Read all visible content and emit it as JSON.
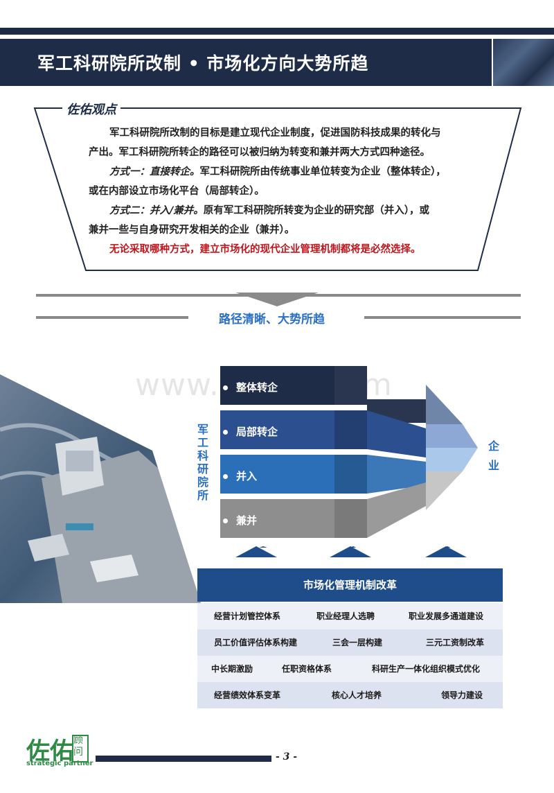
{
  "header": {
    "title": "军工科研院所改制 • 市场化方向大势所趋"
  },
  "opinion": {
    "title": "佐佑观点",
    "lines": [
      "军工科研院所改制的目标是建立现代企业制度，促进国防科技成果的转化与",
      "产出。军工科研院所转企的路径可以被归纳为转变和兼并两大方式四种途径。",
      "方式一：直接转企。",
      "军工科研院所由传统事业单位转变为企业（整体转企），",
      "或在内部设立市场化平台（局部转企）。",
      "方式二：并入/兼并。",
      "原有军工科研院所转变为企业的研究部（并入），或",
      "兼并一些与自身研究开发相关的企业（兼并）。",
      "无论采取哪种方式，建立市场化的现代企业管理机制都将是必然选择。"
    ]
  },
  "section": {
    "title": "路径清晰、大势所趋"
  },
  "watermark": "www.bdocx.com",
  "flow": {
    "source_label": "军工科研院所",
    "target_label": "企业",
    "items": [
      "整体转企",
      "局部转企",
      "并入",
      "兼并"
    ],
    "colors": [
      "#1f2c47",
      "#2b4f8f",
      "#2a6fb8",
      "#8e8e8e"
    ]
  },
  "reform": {
    "title": "市场化管理机制改革",
    "rows": [
      [
        "经营计划管控体系",
        "职业经理人选聘",
        "职业发展多通道建设"
      ],
      [
        "员工价值评估体系构建",
        "三会一层构建",
        "三元工资制改革"
      ],
      [
        "中长期激励",
        "任职资格体系",
        "科研生产一体化组织模式优化"
      ],
      [
        "经营绩效体系变革",
        "核心人才培养",
        "领导力建设"
      ]
    ]
  },
  "footer": {
    "logo": "佐佑",
    "logo_side": "顾问",
    "logo_sub": "strategic partner",
    "page": "- 3 -"
  }
}
